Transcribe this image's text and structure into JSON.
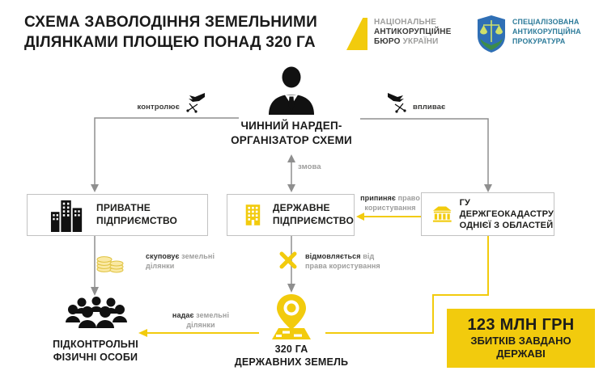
{
  "header": {
    "title": {
      "line1": "СХЕМА ЗАВОЛОДІННЯ ЗЕМЕЛЬНИМИ",
      "line2": "ДІЛЯНКАМИ ПЛОЩЕЮ ПОНАД 320 ГА"
    },
    "nabu": {
      "line1": "НАЦІОНАЛЬНЕ",
      "line2": "АНТИКОРУПЦІЙНЕ",
      "line3_bold": "БЮРО",
      "line3_light": " УКРАЇНИ"
    },
    "sap": {
      "line1": "СПЕЦІАЛІЗОВАНА",
      "line2": "АНТИКОРУПЦІЙНА",
      "line3": "ПРОКУРАТУРА"
    }
  },
  "nodes": {
    "organizer": {
      "line1": "ЧИННИЙ НАРДЕП-",
      "line2": "ОРГАНІЗАТОР СХЕМИ"
    },
    "private": {
      "line1": "ПРИВАТНЕ",
      "line2": "ПІДПРИЄМСТВО"
    },
    "state": {
      "line1": "ДЕРЖАВНЕ",
      "line2": "ПІДПРИЄМСТВО"
    },
    "cadastre": {
      "line1": "ГУ ДЕРЖГЕОКАДАСТРУ",
      "line2": "ОДНІЄЇ З ОБЛАСТЕЙ"
    },
    "persons": {
      "line1": "ПІДКОНТРОЛЬНІ",
      "line2": "ФІЗИЧНІ ОСОБИ"
    },
    "land": {
      "line1": "320 ГА",
      "line2": "ДЕРЖАВНИХ ЗЕМЕЛЬ"
    },
    "damages": {
      "line1": "123 МЛН ГРН",
      "line2": "ЗБИТКІВ ЗАВДАНО",
      "line3": "ДЕРЖАВІ"
    }
  },
  "edges": {
    "controls": "контролює",
    "influences": "впливає",
    "conspiracy": "змова",
    "terminates": {
      "bold": "припиняє",
      "light": " право",
      "line2": "користування"
    },
    "buys": {
      "bold": "скуповує",
      "light": " земельні",
      "line2": "ділянки"
    },
    "waives": {
      "bold": "відмовляється",
      "light": " від",
      "line2": "права користування"
    },
    "grants": {
      "bold": "надає",
      "light": " земельні",
      "line2": "ділянки"
    }
  },
  "colors": {
    "yellow": "#F2CB0D",
    "dark_text": "#1D1D1B",
    "line_gray": "#8F8F8F",
    "label_gray": "#9D9D9C",
    "box_border": "#C2C2C2",
    "coin_fill": "#FAE9A4",
    "coin_stroke": "#DFC23F",
    "sap_teal": "#2B7A99",
    "sap_blue": "#2F6FB5",
    "sap_green": "#3C8C4A"
  }
}
